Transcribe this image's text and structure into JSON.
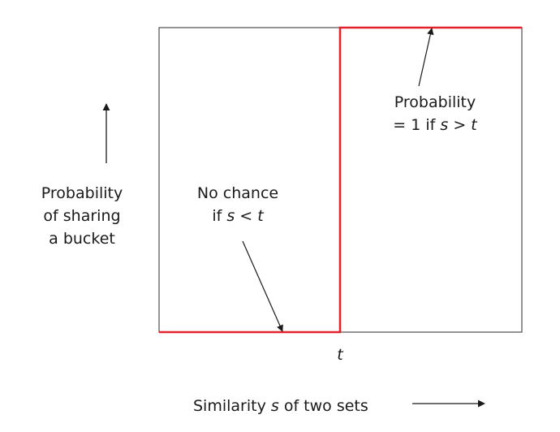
{
  "colors": {
    "step_function": "#e3222b",
    "frame": "#4d4d4d",
    "text": "#1a1a1a"
  },
  "y_axis": {
    "label_lines": [
      "Probability",
      "of sharing",
      "a bucket"
    ]
  },
  "x_axis": {
    "label_prefix": "Similarity ",
    "label_var": "s",
    "label_suffix": " of two sets",
    "threshold_label": "t"
  },
  "annotations": {
    "below_threshold": {
      "line1": "No chance",
      "line2_prefix": "if ",
      "line2_var1": "s",
      "line2_op": " < ",
      "line2_var2": "t"
    },
    "above_threshold": {
      "line1": "Probability",
      "line2_prefix": "= 1 if ",
      "line2_var1": "s",
      "line2_op": " > ",
      "line2_var2": "t"
    }
  }
}
